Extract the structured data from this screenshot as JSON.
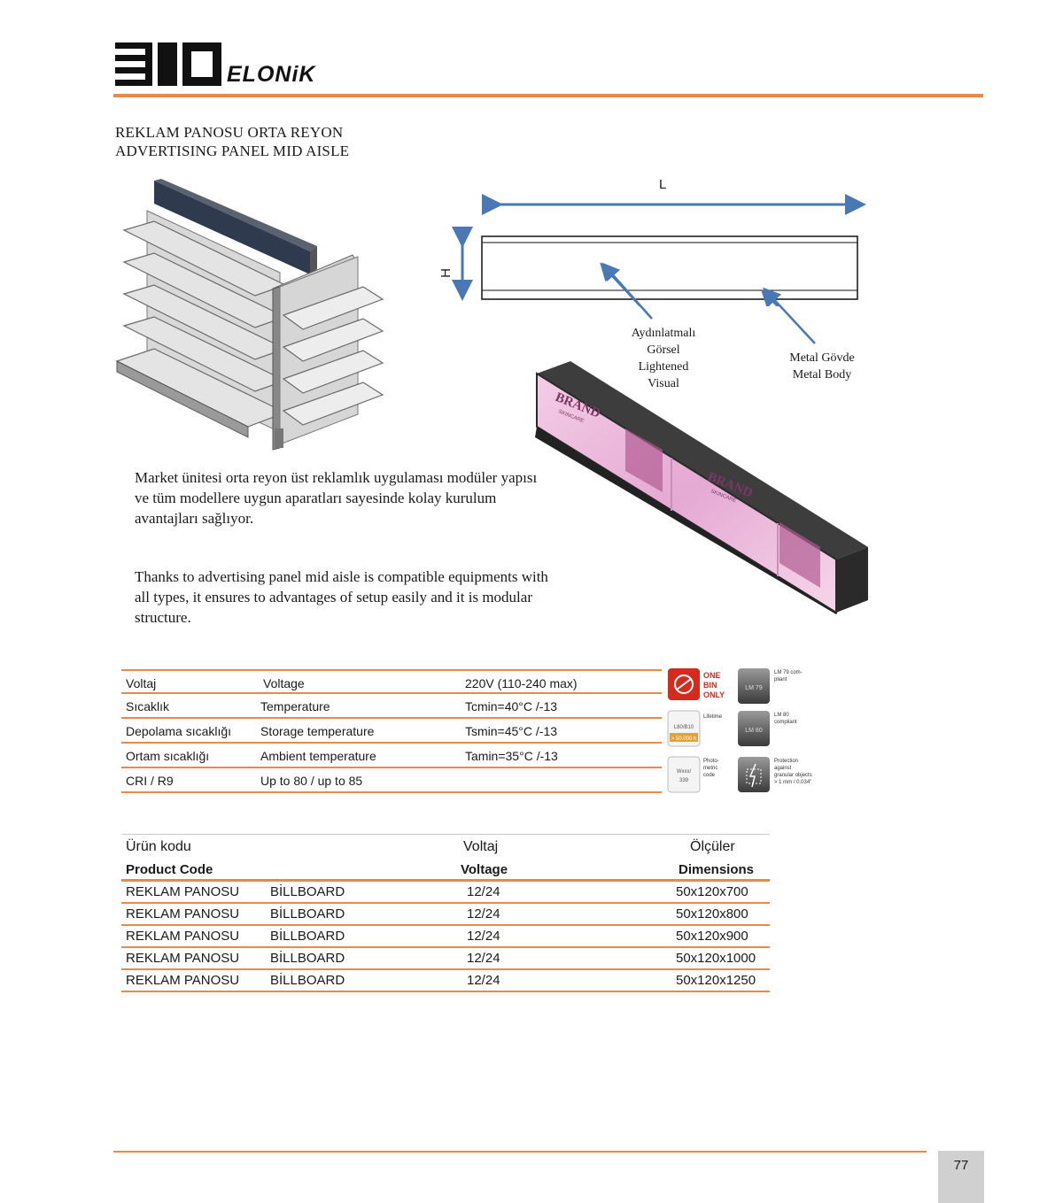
{
  "brand": {
    "word": "ELONiK"
  },
  "title": {
    "line_tr": "REKLAM PANOSU ORTA REYON",
    "line_en": "ADVERTISING PANEL MID AISLE"
  },
  "diagram": {
    "label_length": "L",
    "label_height": "H",
    "callout_visual": [
      "Aydınlatmalı",
      "Görsel",
      "Lightened",
      "Visual"
    ],
    "callout_body": [
      "Metal Gövde",
      "Metal Body"
    ],
    "arrow_color": "#4a78b5"
  },
  "panel_image": {
    "brand_text": "BRAND",
    "sub_text": "SKINCARE"
  },
  "description": {
    "tr": "Market ünitesi orta reyon üst reklamlık uygulaması modüler yapısı ve tüm modellere uygun aparatları sayesinde  kolay kurulum avantajları sağlıyor.",
    "en": "Thanks to advertising panel mid aisle is compatible equipments with all types, it ensures to advantages of setup easily and it is modular structure."
  },
  "specs": [
    {
      "tr": "Voltaj",
      "en": "Voltage",
      "value": "220V (110-240 max)"
    },
    {
      "tr": "Sıcaklık",
      "en": "Temperature",
      "value": "Tcmin=40°C /-13"
    },
    {
      "tr": "Depolama sıcaklığı",
      "en": "Storage temperature",
      "value": "Tsmin=45°C /-13"
    },
    {
      "tr": "Ortam sıcaklığı",
      "en": "Ambient temperature",
      "value": "Tamin=35°C /-13"
    },
    {
      "tr": "CRI / R9",
      "en": "Up to 80 / up to 85",
      "value": ""
    }
  ],
  "icons": {
    "one_bin": [
      "ONE",
      "BIN",
      "ONLY"
    ],
    "lm79_badge": "LM 79",
    "lm79_text": [
      "LM 79 com-",
      "pliant"
    ],
    "lifetime_text": "Lifetime",
    "lifetime_badge": [
      "L80/B10",
      "> 50.000 h"
    ],
    "lm80_badge": "LM 80",
    "lm80_text": [
      "LM 80",
      "compliant"
    ],
    "photo_badge": [
      "Wxxx/",
      "339"
    ],
    "photo_text": [
      "Photo-",
      "metric",
      "code"
    ],
    "protection_text": [
      "Protection",
      "against",
      "granular objects",
      "> 1 mm / 0.034\""
    ],
    "accent_red": "#d42b1e"
  },
  "products": {
    "headers_tr": [
      "Ürün kodu",
      "Voltaj",
      "Ölçüler"
    ],
    "headers_en": [
      "Product Code",
      "Voltage",
      "Dimensions"
    ],
    "rows": [
      [
        "REKLAM PANOSU",
        "BİLLBOARD",
        "12/24",
        "50x120x700"
      ],
      [
        "REKLAM PANOSU",
        "BİLLBOARD",
        "12/24",
        "50x120x800"
      ],
      [
        "REKLAM PANOSU",
        "BİLLBOARD",
        "12/24",
        "50x120x900"
      ],
      [
        "REKLAM PANOSU",
        "BİLLBOARD",
        "12/24",
        "50x120x1000"
      ],
      [
        "REKLAM PANOSU",
        "BİLLBOARD",
        "12/24",
        "50x120x1250"
      ]
    ]
  },
  "page_number": "77"
}
